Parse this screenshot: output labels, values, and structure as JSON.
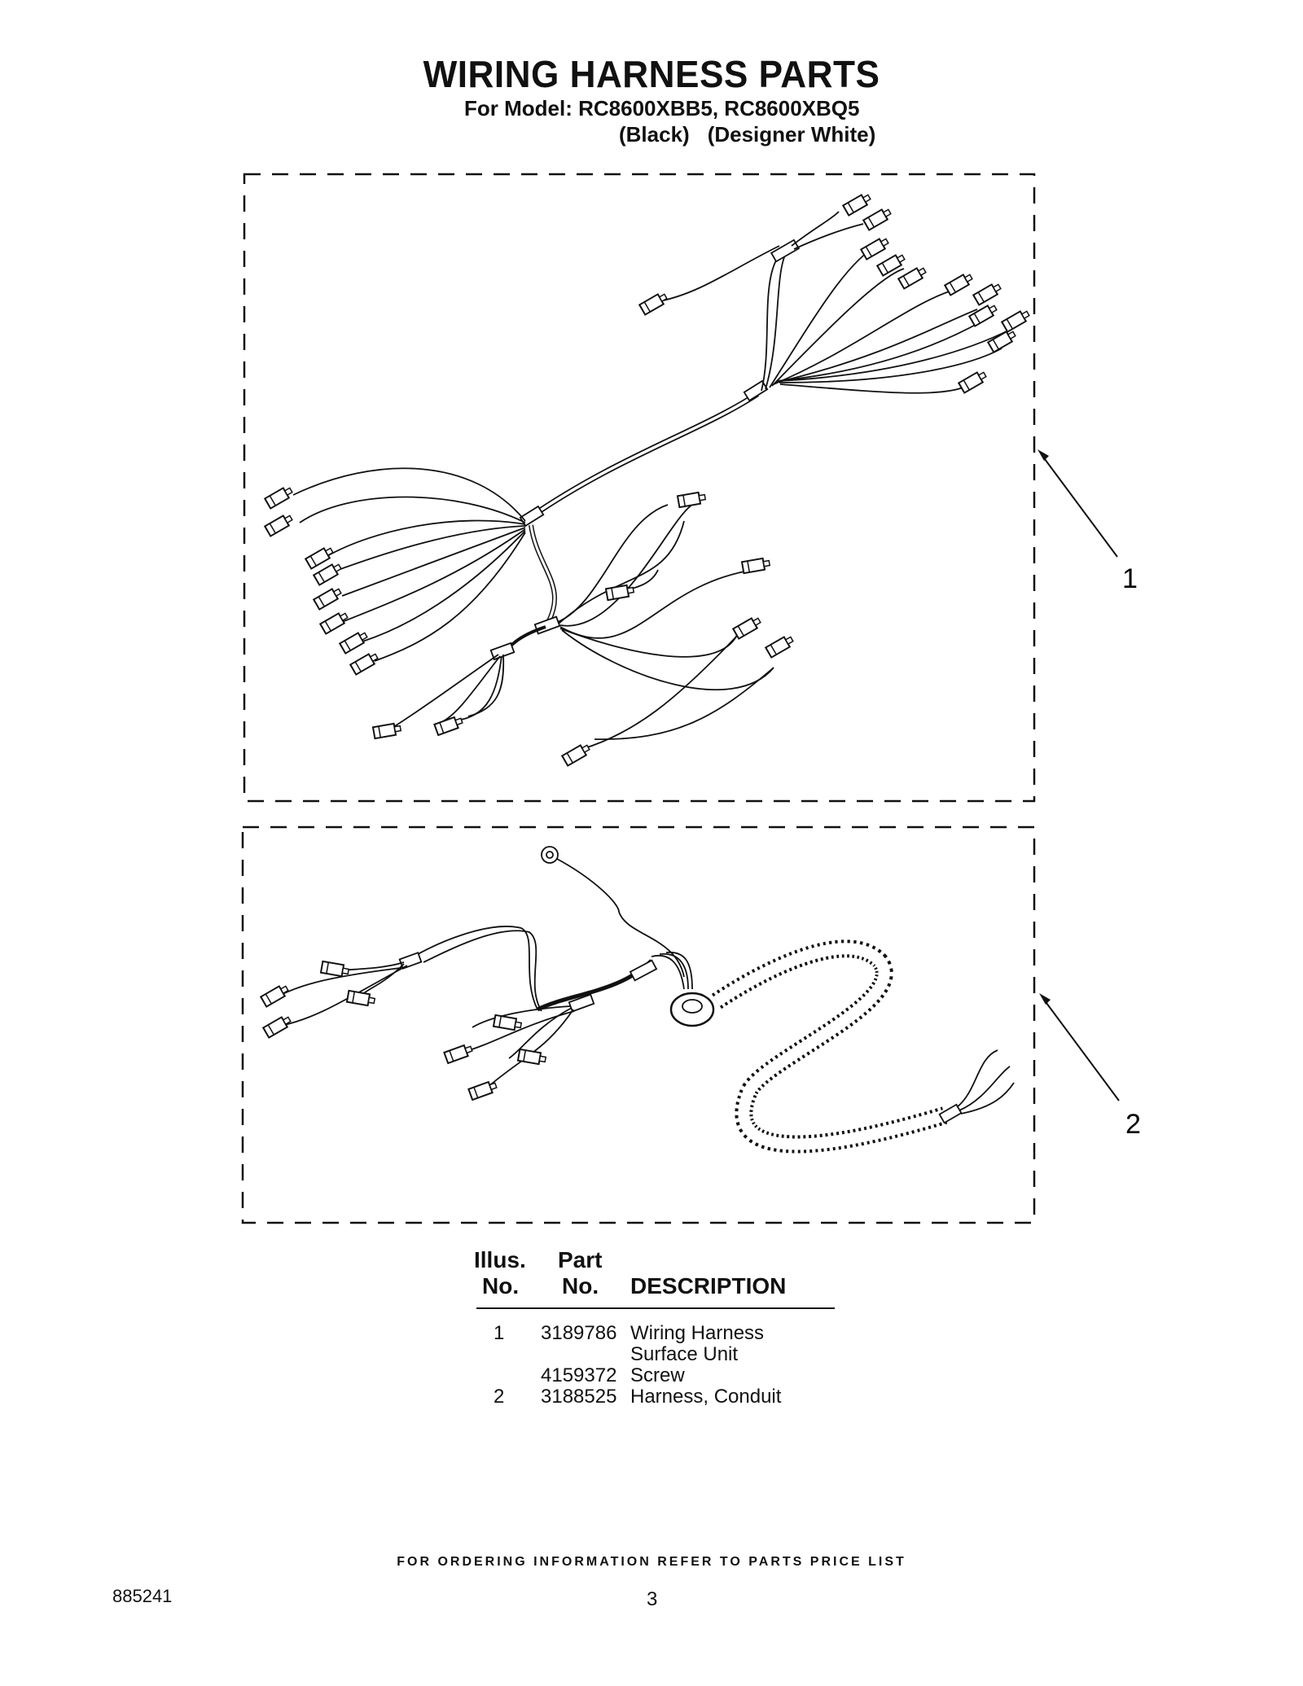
{
  "header": {
    "title": "WIRING HARNESS PARTS",
    "model_line": "For Model: RC8600XBB5, RC8600XBQ5",
    "color_1": "(Black)",
    "color_2": "(Designer White)"
  },
  "diagram": {
    "callout_1": "1",
    "callout_2": "2"
  },
  "parts_table": {
    "headers": {
      "illus_line1": "Illus.",
      "illus_line2": "No.",
      "part_line1": "Part",
      "part_line2": "No.",
      "description": "DESCRIPTION"
    },
    "rows": [
      {
        "illus": "1",
        "part": "3189786",
        "description": "Wiring Harness"
      },
      {
        "illus": "",
        "part": "",
        "description": "Surface Unit"
      },
      {
        "illus": "",
        "part": "4159372",
        "description": "Screw"
      },
      {
        "illus": "2",
        "part": "3188525",
        "description": "Harness, Conduit"
      }
    ]
  },
  "footer": {
    "note": "FOR ORDERING INFORMATION REFER TO PARTS PRICE LIST",
    "doc_number": "885241",
    "page_number": "3"
  }
}
